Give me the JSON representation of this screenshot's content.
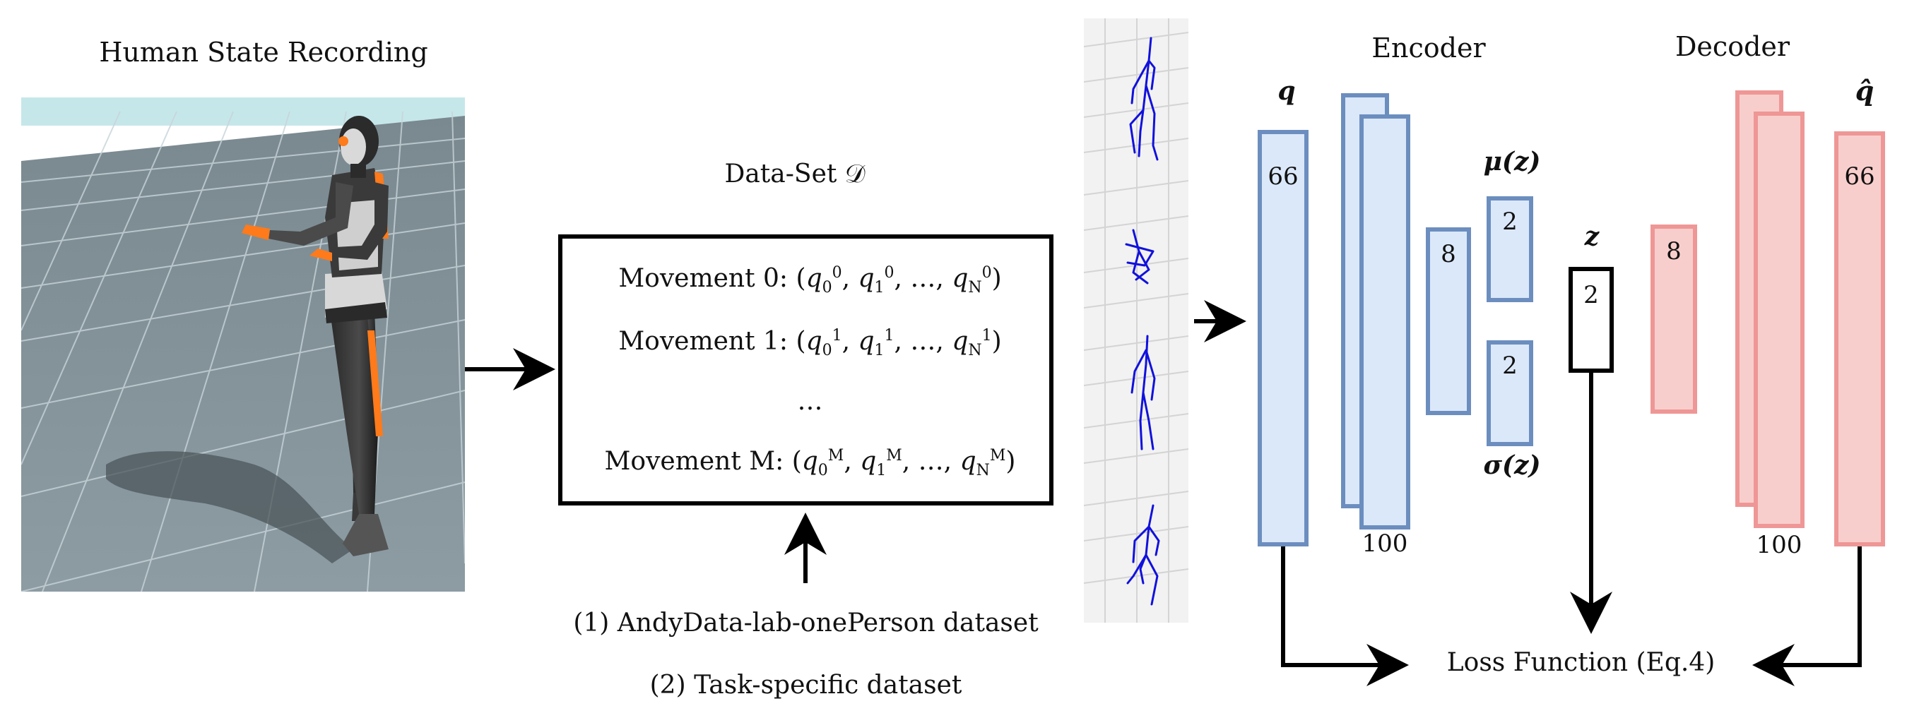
{
  "left_panel": {
    "title": "Human State Recording"
  },
  "dataset": {
    "title": "Data-Set 𝒟",
    "rows": [
      {
        "prefix": "Movement 0: (",
        "sup": "0",
        "end": "N",
        "suffix": ")"
      },
      {
        "prefix": "Movement 1: (",
        "sup": "1",
        "end": "N",
        "suffix": ")"
      },
      {
        "prefix": "Movement M: (",
        "sup": "M",
        "end": "N",
        "suffix": ")"
      }
    ],
    "ellipsis": "…",
    "sources": [
      "(1) AndyData-lab-onePerson dataset",
      "(2) Task-specific dataset"
    ]
  },
  "network": {
    "encoder_title": "Encoder",
    "decoder_title": "Decoder",
    "q_label": "q",
    "qhat_label": "q̂",
    "mu_label": "μ(z)",
    "sigma_label": "σ(z)",
    "z_label": "z",
    "encoder_layers": [
      "66",
      "100",
      "8"
    ],
    "latent_layers": [
      "2",
      "2",
      "2"
    ],
    "decoder_layers": [
      "8",
      "100",
      "66"
    ],
    "loss_label": "Loss Function (Eq.4)"
  },
  "colors": {
    "encoder_fill": "#dbe8fa",
    "encoder_stroke": "#6c8ebf",
    "decoder_fill": "#f8cecc",
    "decoder_stroke": "#ee9796",
    "skeleton": "#1111dd",
    "robot_accent": "#ff7a1a"
  }
}
